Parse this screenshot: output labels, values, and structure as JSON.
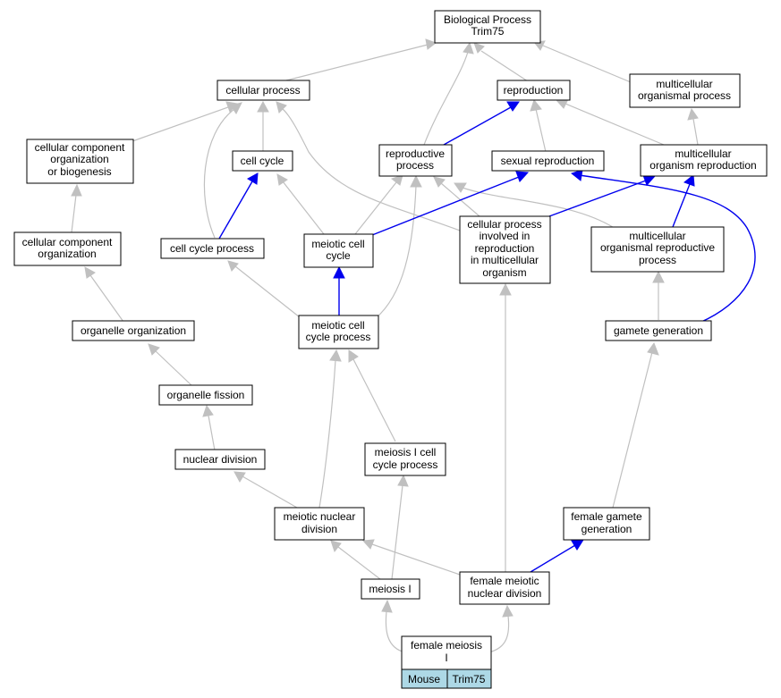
{
  "title": {
    "line1": "Biological Process",
    "line2": "Trim75"
  },
  "colors": {
    "gray_edge": "#c0c0c0",
    "blue_edge": "#0000ee",
    "tag_fill": "#add8e6"
  },
  "nodes": {
    "cellular_process": "cellular process",
    "reproduction": "reproduction",
    "multicellular_organismal_process": [
      "multicellular",
      "organismal process"
    ],
    "cellular_component_organization_or_biogenesis": [
      "cellular component",
      "organization",
      "or biogenesis"
    ],
    "cell_cycle": "cell cycle",
    "reproductive_process": [
      "reproductive",
      "process"
    ],
    "sexual_reproduction": "sexual reproduction",
    "multicellular_organism_reproduction": [
      "multicellular",
      "organism reproduction"
    ],
    "cellular_component_organization": [
      "cellular component",
      "organization"
    ],
    "cell_cycle_process": "cell cycle process",
    "meiotic_cell_cycle": [
      "meiotic cell",
      "cycle"
    ],
    "cellular_process_involved_in_reproduction": [
      "cellular process",
      "involved in",
      "reproduction",
      "in multicellular",
      "organism"
    ],
    "multicellular_organismal_reproductive_process": [
      "multicellular",
      "organismal reproductive",
      "process"
    ],
    "organelle_organization": "organelle organization",
    "meiotic_cell_cycle_process": [
      "meiotic cell",
      "cycle process"
    ],
    "gamete_generation": "gamete generation",
    "organelle_fission": "organelle fission",
    "nuclear_division": "nuclear division",
    "meiosis_i_cell_cycle_process": [
      "meiosis I cell",
      "cycle process"
    ],
    "meiotic_nuclear_division": [
      "meiotic nuclear",
      "division"
    ],
    "female_gamete_generation": [
      "female gamete",
      "generation"
    ],
    "meiosis_i": "meiosis I",
    "female_meiotic_nuclear_division": [
      "female meiotic",
      "nuclear division"
    ],
    "female_meiosis_i": [
      "female meiosis",
      "I"
    ]
  },
  "tags": {
    "species": "Mouse",
    "gene": "Trim75"
  }
}
